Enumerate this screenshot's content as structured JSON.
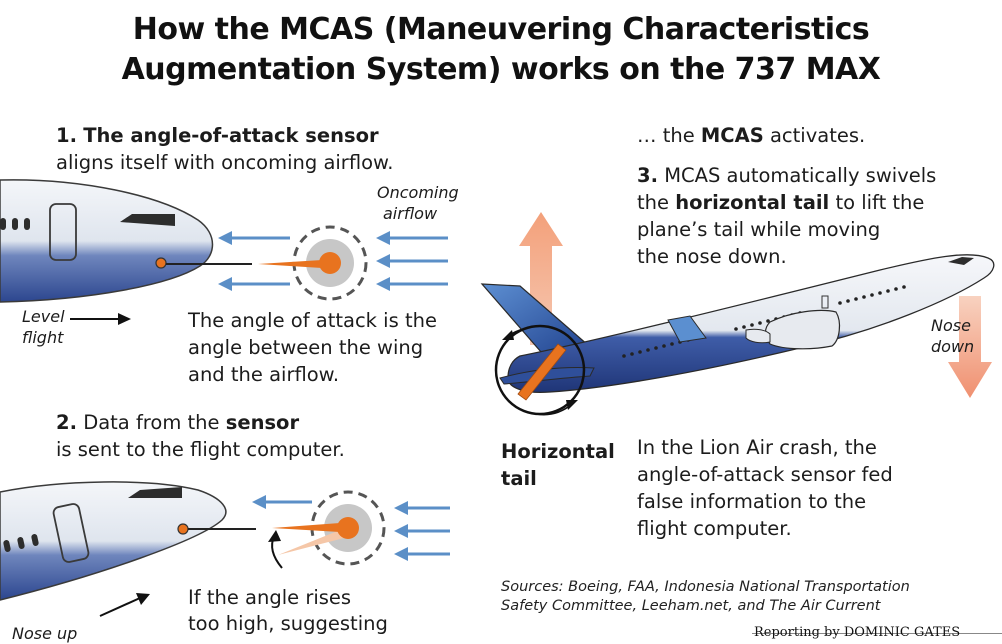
{
  "title": {
    "line1": "How the MCAS (Maneuvering Characteristics",
    "line2": "Augmentation System) works on the 737 MAX"
  },
  "step1": {
    "number": "1.",
    "heading": "The angle-of-attack sensor",
    "line2": "aligns itself with oncoming airflow."
  },
  "airflow_label": {
    "line1": "Oncoming",
    "line2": "airflow"
  },
  "level_flight": {
    "line1": "Level",
    "line2": "flight"
  },
  "aoa_definition": {
    "line1": "The angle of attack is the",
    "line2": "angle between the wing",
    "line3": "and the airflow."
  },
  "step2": {
    "number": "2.",
    "pre": "Data from the",
    "bold": "sensor",
    "line2": "is sent to the flight computer."
  },
  "angle_rises": {
    "line1": "If the angle rises",
    "line2": "too high, suggesting"
  },
  "nose_up": "Nose up",
  "mcas_activates": {
    "pre": "… the",
    "bold": "MCAS",
    "post": "activates."
  },
  "step3": {
    "number": "3.",
    "line1_rest": "MCAS automatically swivels",
    "line2_pre": "the",
    "line2_bold": "horizontal tail",
    "line2_post": "to lift the",
    "line3": "plane’s tail while moving",
    "line4": "the nose down."
  },
  "nose_down": {
    "line1": "Nose",
    "line2": "down"
  },
  "horizontal_tail": {
    "line1": "Horizontal",
    "line2": "tail"
  },
  "lion_air": {
    "line1": "In the Lion Air crash, the",
    "line2": "angle-of-attack sensor fed",
    "line3": "false information to the",
    "line4": "flight computer."
  },
  "sources": {
    "line1": "Sources: Boeing, FAA, Indonesia National Transportation",
    "line2": "Safety Committee, Leeham.net, and The Air Current"
  },
  "credit": "Reporting by DOMINIC GATES",
  "colors": {
    "fuselage_white": "#f2f4f7",
    "fuselage_blue": "#2f4f9a",
    "sensor_orange": "#e8731f",
    "airflow_blue": "#5b8fc7",
    "arrow_salmon": "#f2a583"
  }
}
